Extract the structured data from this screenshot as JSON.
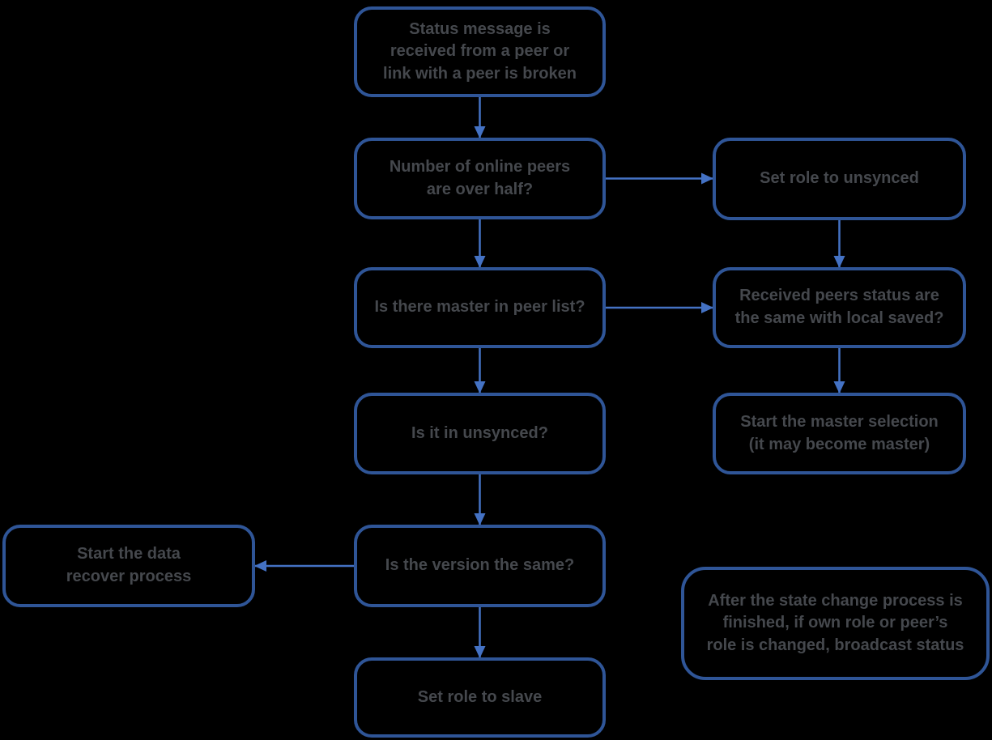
{
  "colors": {
    "background": "#000000",
    "box_border": "#2f5597",
    "arrow": "#4472c4",
    "text": "#45484d"
  },
  "nodes": {
    "status": {
      "label": "Status message is\nreceived from a peer or\nlink with a peer is broken"
    },
    "peers_over_half": {
      "label": "Number of online peers\nare over half?"
    },
    "set_unsynced": {
      "label": "Set role to unsynced"
    },
    "master_in_list": {
      "label": "Is there master in peer list?"
    },
    "received_status": {
      "label": "Received peers status are\nthe same with local saved?"
    },
    "in_unsynced": {
      "label": "Is it in unsynced?"
    },
    "master_selection": {
      "label": "Start the master selection\n(it may become master)"
    },
    "data_recover": {
      "label": "Start the data\nrecover process"
    },
    "version_same": {
      "label": "Is the version the same?"
    },
    "set_slave": {
      "label": "Set role to slave"
    },
    "note": {
      "label": "After the state change process is\nfinished, if own role or peer’s\nrole is changed, broadcast status"
    }
  },
  "edges": [
    {
      "from": "status",
      "to": "peers_over_half"
    },
    {
      "from": "peers_over_half",
      "to": "set_unsynced"
    },
    {
      "from": "peers_over_half",
      "to": "master_in_list"
    },
    {
      "from": "set_unsynced",
      "to": "received_status"
    },
    {
      "from": "master_in_list",
      "to": "received_status"
    },
    {
      "from": "master_in_list",
      "to": "in_unsynced"
    },
    {
      "from": "received_status",
      "to": "master_selection"
    },
    {
      "from": "in_unsynced",
      "to": "version_same"
    },
    {
      "from": "version_same",
      "to": "data_recover"
    },
    {
      "from": "version_same",
      "to": "set_slave"
    }
  ]
}
